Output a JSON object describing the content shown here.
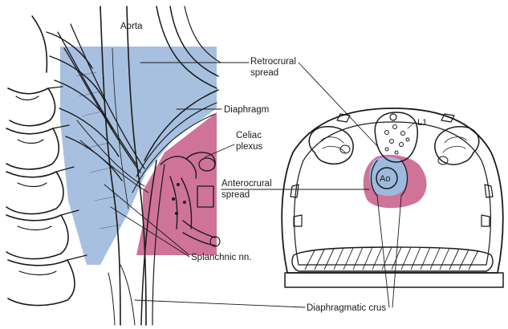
{
  "labels": {
    "aorta": "Aorta",
    "retrocrural_1": "Retrocrural",
    "retrocrural_2": "spread",
    "diaphragm": "Diaphragm",
    "celiac_1": "Celiac",
    "celiac_2": "plexus",
    "anterocrural_1": "Anterocrural",
    "anterocrural_2": "spread",
    "splanchnic": "Splanchnic nn.",
    "diaphragmatic_crus": "Diaphragmatic crus",
    "l1": "L1",
    "ao": "Ao"
  },
  "colors": {
    "retrocrural": "#9db9dd",
    "anterocrural": "#c75b86",
    "ink": "#1a1a1a",
    "background": "#ffffff"
  }
}
